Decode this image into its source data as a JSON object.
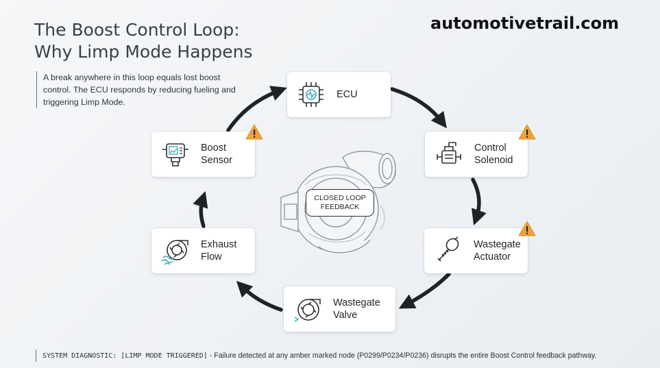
{
  "title": {
    "line1": "The Boost Control Loop:",
    "line2": "Why Limp Mode Happens"
  },
  "site": "automotivetrail.com",
  "intro": "A break anywhere in this loop equals lost boost control. The ECU responds by reducing fueling and triggering Limp Mode.",
  "center_label": "CLOSED LOOP\nFEEDBACK",
  "nodes": {
    "ecu": {
      "label": "ECU",
      "icon": "chip-icon"
    },
    "control_solenoid": {
      "label": "Control\nSolenoid",
      "icon": "solenoid-icon",
      "warning": true
    },
    "wastegate_actuator": {
      "label": "Wastegate\nActuator",
      "icon": "actuator-icon",
      "warning": true
    },
    "wastegate_valve": {
      "label": "Wastegate\nValve",
      "icon": "turbine-icon"
    },
    "exhaust_flow": {
      "label": "Exhaust\nFlow",
      "icon": "exhaust-turbine-icon"
    },
    "boost_sensor": {
      "label": "Boost\nSensor",
      "icon": "pressure-sensor-icon",
      "warning": true
    }
  },
  "footer": {
    "prefix": "SYSTEM DIAGNOSTIC: [LIMP MODE TRIGGERED]",
    "text": " - Failure detected at any amber marked node (P0299/P0234/P0236) disrupts the entire Boost Control feedback pathway."
  },
  "colors": {
    "warning": "#f0a23a",
    "arrow": "#1f2328",
    "accent": "#3aa7b8"
  }
}
